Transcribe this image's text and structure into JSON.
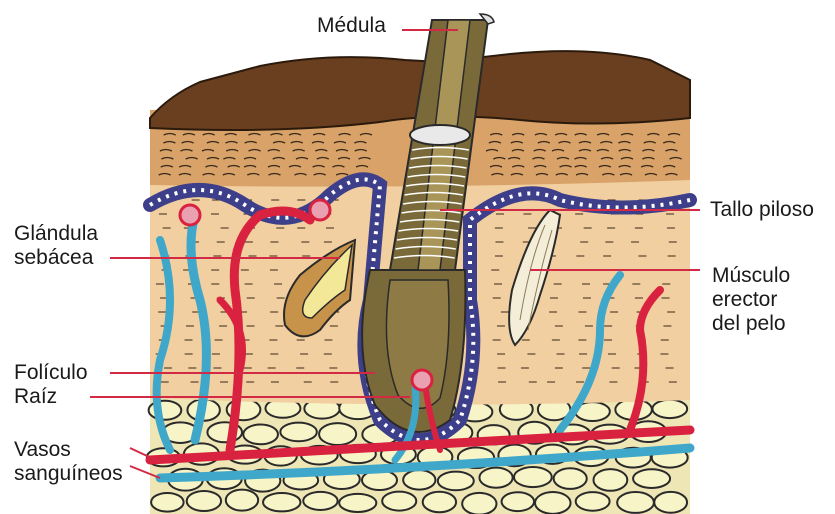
{
  "labels": {
    "medula": "Médula",
    "tallo": "Tallo piloso",
    "glandula": [
      "Glándula",
      "sebácea"
    ],
    "musculo": [
      "Músculo",
      "erector",
      "del pelo"
    ],
    "foliculo": "Folículo",
    "raiz": "Raíz",
    "vasos": [
      "Vasos",
      "sanguíneos"
    ]
  },
  "colors": {
    "epidermis_top": "#6b3f1e",
    "dermis_upper": "#d7a36a",
    "dermis_lower": "#f2d0a4",
    "hypodermis": "#f3ecc3",
    "fat_cell": "#f5f3c5",
    "hair_shaft": "#7a6a3a",
    "follicle_wall": "#4b4a8c",
    "artery": "#d9223f",
    "vein": "#3fa7c9",
    "sebaceous": "#f1e69a",
    "muscle": "#f3edd6",
    "leader_line": "#d22a45"
  }
}
